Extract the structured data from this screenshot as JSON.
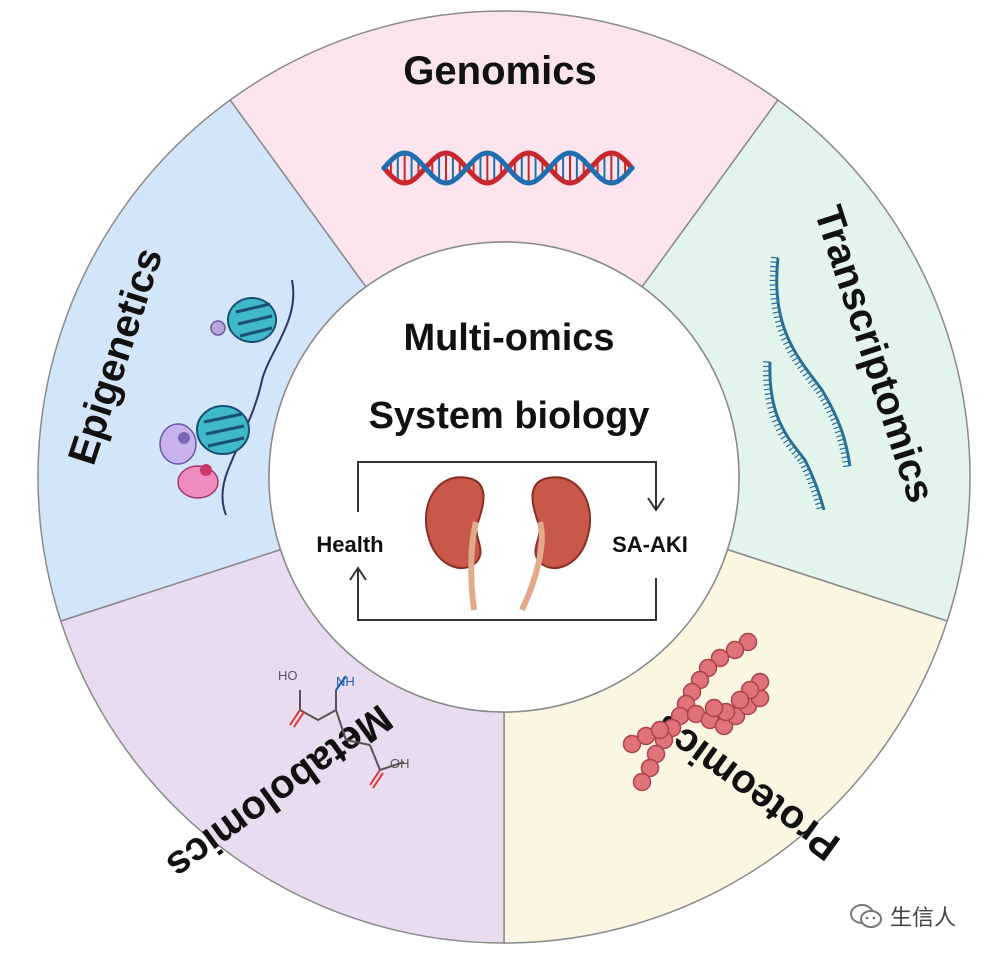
{
  "segments": {
    "genomics": {
      "label": "Genomics",
      "fill": "#fce4ef"
    },
    "transcriptomics": {
      "label": "Transcriptomics",
      "fill": "#e3f4ec"
    },
    "proteomics": {
      "label": "Proteomics",
      "fill": "#fbf6e1"
    },
    "metabolomics": {
      "label": "Metabolomics",
      "fill": "#eadcf0"
    },
    "epigenetics": {
      "label": "Epigenetics",
      "fill": "#d3e6f9"
    }
  },
  "center": {
    "title_line1": "Multi-omics",
    "title_line2": "System biology",
    "left_state": "Health",
    "right_state": "SA-AKI"
  },
  "molecule": {
    "ho_left": "HO",
    "nh": "NH",
    "oh_right": "OH"
  },
  "colors": {
    "outline": "#8a8a8a",
    "dna_red": "#c8282d",
    "dna_blue": "#1f6fb0",
    "kidney": "#c8594a",
    "bead": "#e0727a",
    "nucleosome": "#3fb8c8"
  },
  "icons": [
    "dna-helix-icon",
    "rna-strand-icon",
    "protein-chain-icon",
    "glutamate-molecule-icon",
    "nucleosome-icon",
    "kidney-icon",
    "wechat-icon"
  ],
  "watermark": {
    "text": "生信人"
  }
}
